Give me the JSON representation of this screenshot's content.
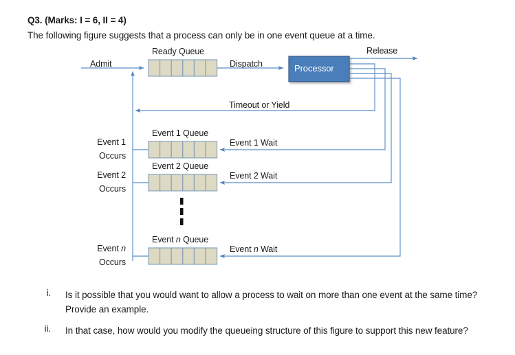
{
  "question": {
    "title": "Q3. (Marks: I = 6, II = 4)",
    "lead": "The following figure suggests that a process can only be in one event queue at a time."
  },
  "figure": {
    "ready_queue_label": "Ready Queue",
    "admit_label": "Admit",
    "dispatch_label": "Dispatch",
    "release_label": "Release",
    "timeout_label": "Timeout or Yield",
    "processor_label": "Processor",
    "queue_cell_count": 6,
    "colors": {
      "queue_fill": "#DDD9C3",
      "queue_stroke": "#7F9DB9",
      "processor_fill": "#4A7EBB",
      "processor_stroke": "#37598A",
      "line": "#5B8DC8",
      "text": "#1A1A1A"
    },
    "event_rows": [
      {
        "queue_label": "Event 1 Queue",
        "wait_label": "Event 1 Wait",
        "occurs_line1": "Event 1",
        "occurs_line2": "Occurs"
      },
      {
        "queue_label": "Event 2 Queue",
        "wait_label": "Event 2 Wait",
        "occurs_line1": "Event 2",
        "occurs_line2": "Occurs"
      },
      {
        "queue_label_pre": "Event ",
        "queue_label_n": "n",
        "queue_label_post": " Queue",
        "wait_label_pre": "Event ",
        "wait_label_n": "n",
        "wait_label_post": " Wait",
        "occurs_line1_pre": "Event ",
        "occurs_line1_n": "n",
        "occurs_line2": "Occurs"
      }
    ],
    "ellipsis": "vertical-ellipsis"
  },
  "items": [
    {
      "marker": "i.",
      "text": "Is it possible that you would want to allow a process to wait on more than one event at the same time? Provide an example."
    },
    {
      "marker": "ii.",
      "text": "In that case, how would you modify the queueing structure of this figure to support this new feature?"
    }
  ]
}
